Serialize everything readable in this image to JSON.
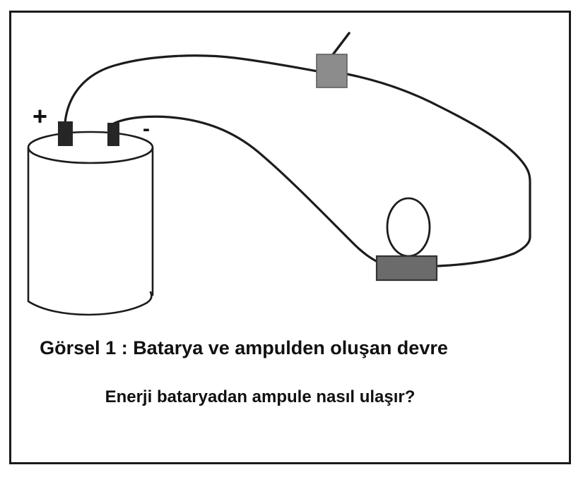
{
  "figure": {
    "caption": "Görsel 1 : Batarya ve ampulden oluşan devre",
    "question": "Enerji bataryadan ampule nasıl ulaşır?"
  },
  "diagram": {
    "battery": {
      "positive_label": "+",
      "negative_label": "-"
    },
    "components": [
      "battery",
      "switch",
      "light-bulb",
      "wires"
    ],
    "colors": {
      "line": "#1c1c1c",
      "frame": "#1a1a1a",
      "terminal_fill": "#262626",
      "switch_fill": "#8c8c8c",
      "switch_stroke": "#5f5f5f",
      "bulb_base_fill": "#6b6b6b",
      "bulb_base_stroke": "#333333",
      "background": "#ffffff",
      "text": "#111111"
    }
  }
}
